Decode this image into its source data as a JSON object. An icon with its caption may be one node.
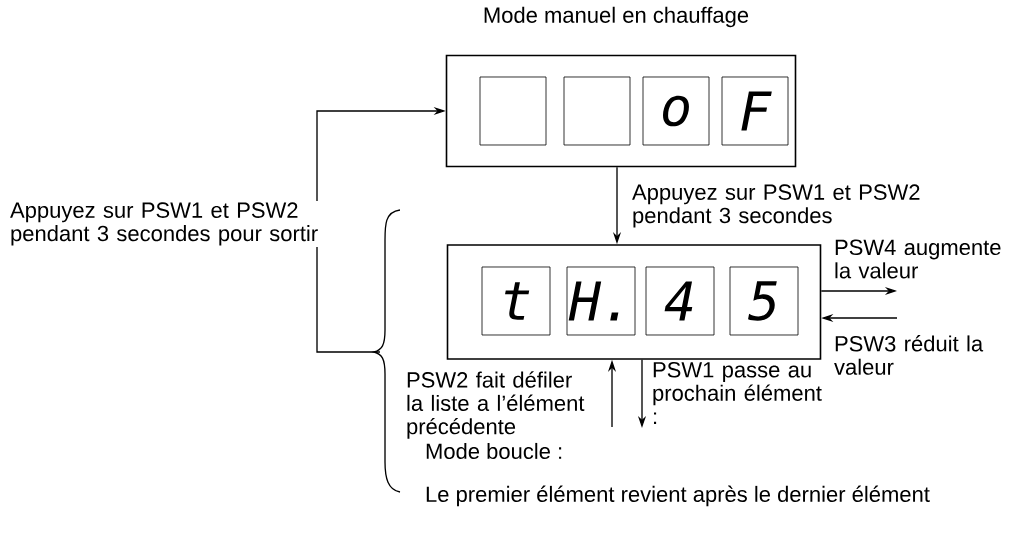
{
  "diagram": {
    "nodes": [
      {
        "text": [
          "Mode manuel en chauffage"
        ]
      },
      {
        "text": [],
        "shape": "box",
        "in": 0
      },
      {
        "text": [],
        "shape": "box",
        "in": 0
      },
      {
        "text": [
          "o"
        ],
        "in": 0
      },
      {
        "text": [
          "F"
        ],
        "in": 0
      },
      {
        "text": [],
        "shape": "box"
      },
      {
        "text": [
          "t"
        ],
        "in": 5
      },
      {
        "text": [
          "H."
        ],
        "in": 5
      },
      {
        "text": [
          "4"
        ],
        "in": 5
      },
      {
        "text": [
          "5"
        ],
        "in": 5
      }
    ],
    "edges": [
      {
        "from": 0,
        "to": 5,
        "arrow": "to",
        "label": "Appuyez sur PSW1 et PSW2 pendant 3 secondes"
      },
      {
        "from": null,
        "to": 0,
        "arrow": "to",
        "label": "Appuyez sur PSW1 et PSW2 pendant 3 secondes pour sortir"
      },
      {
        "from": 5,
        "to": null,
        "arrow": "to",
        "label": "PSW4 augmente la valeur"
      },
      {
        "from": null,
        "to": 5,
        "arrow": "to",
        "label": "PSW3 réduit la valeur"
      },
      {
        "from": null,
        "to": 5,
        "arrow": "to",
        "label": "PSW2 fait défiler la liste a l’élément précédente"
      },
      {
        "from": 5,
        "to": null,
        "arrow": "to",
        "label": "PSW1 passe au prochain élément :"
      }
    ],
    "labels": [
      "Mode boucle :",
      "Le premier élément revient après le dernier élément"
    ]
  }
}
